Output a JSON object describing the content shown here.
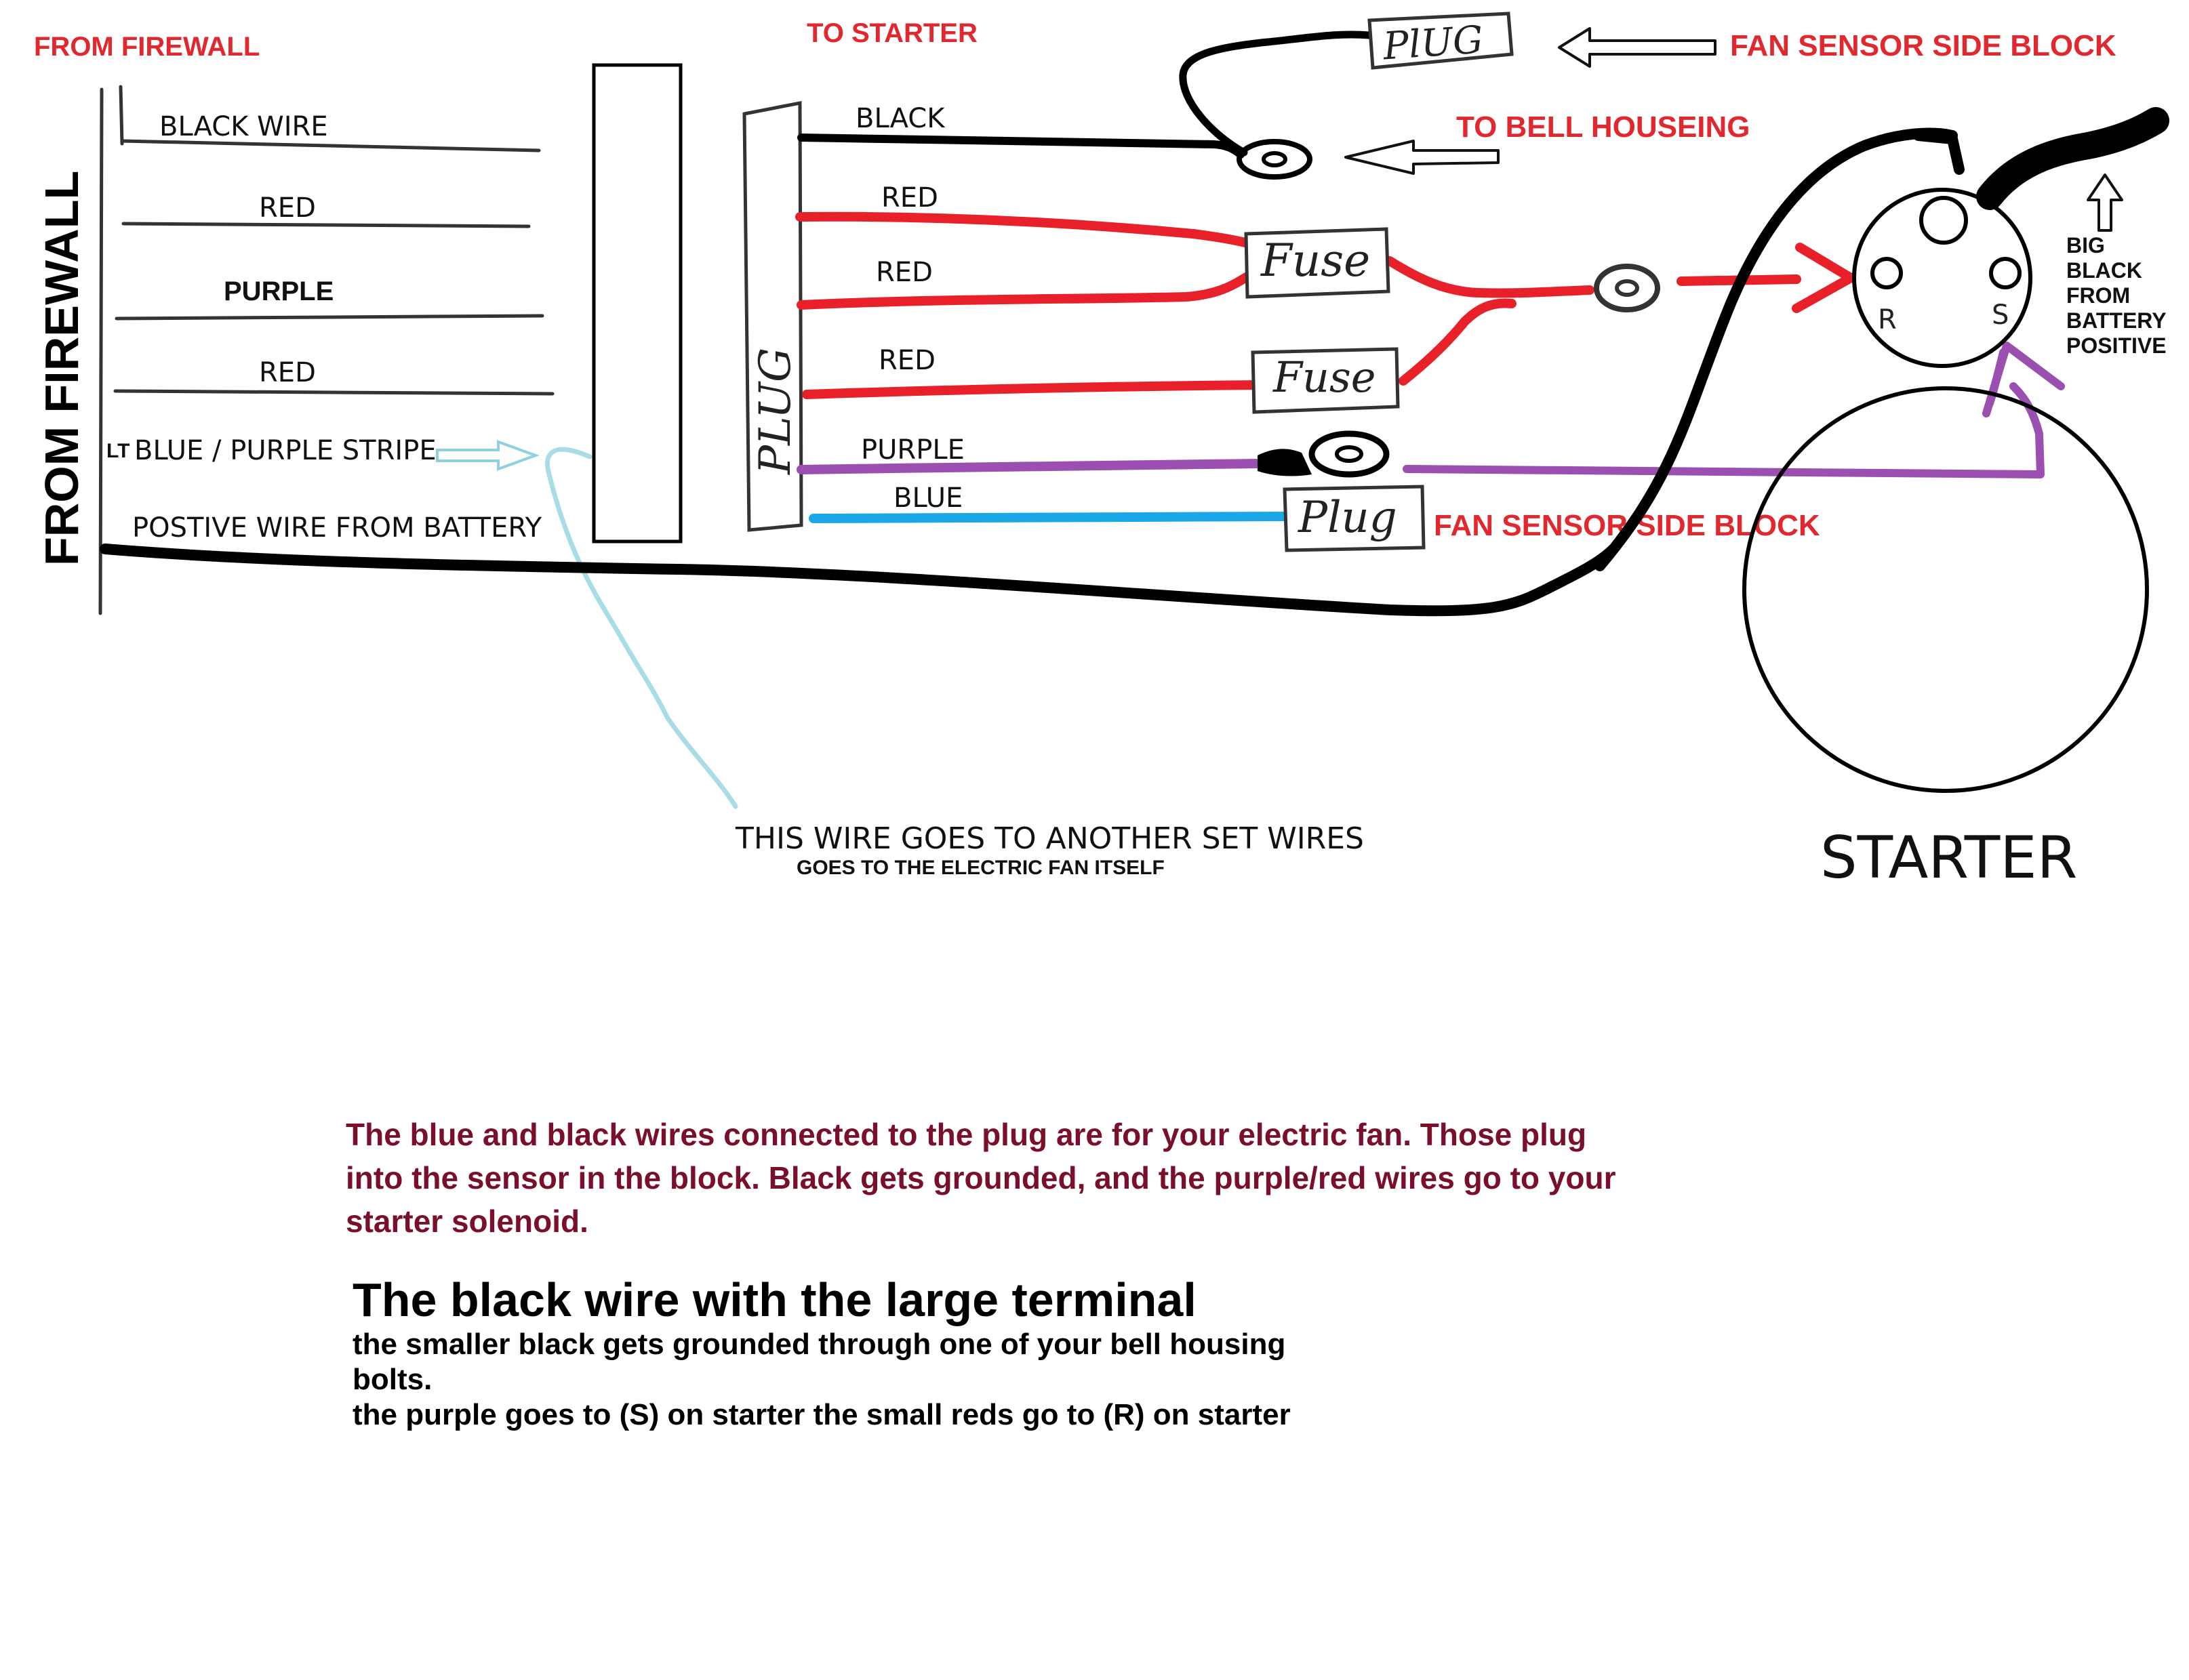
{
  "colors": {
    "label_red": "#e0282e",
    "wire_black": "#000000",
    "wire_red": "#e8202a",
    "wire_purple": "#9b4fb0",
    "wire_blue": "#1aa7e8",
    "wire_lt_blue": "#a8dde6",
    "note_maroon": "#7a0f2b"
  },
  "left_block": {
    "heading": "FROM FIREWALL",
    "vertical_label": "FROM FIREWALL",
    "wires": {
      "black": "BLACK WIRE",
      "red_1": "RED",
      "purple": "PURPLE",
      "red_2": "RED",
      "lt_prefix": "LT",
      "lt_blue": "BLUE / PURPLE STRIPE",
      "positive": "POSTIVE WIRE FROM BATTERY"
    }
  },
  "right_block": {
    "heading": "TO STARTER",
    "plug_label": "PLUG",
    "wires": {
      "black": "BLACK",
      "red_1": "RED",
      "red_2": "RED",
      "red_3": "RED",
      "purple": "PURPLE",
      "blue": "BLUE"
    }
  },
  "components": {
    "fuse_1": "Fuse",
    "fuse_2": "Fuse",
    "plug_top": "PlUG",
    "plug_bottom": "Plug"
  },
  "callouts": {
    "fan_sensor_top": "FAN SENSOR SIDE BLOCK",
    "bell_housing": "TO BELL HOUSEING",
    "fan_sensor_bottom": "FAN SENSOR SIDE BLOCK",
    "big_black": [
      "BIG",
      "BLACK",
      "FROM",
      "BATTERY",
      "POSITIVE"
    ],
    "another_set": "THIS WIRE GOES TO ANOTHER SET WIRES",
    "electric_fan": "GOES TO THE ELECTRIC FAN ITSELF"
  },
  "starter": {
    "label": "STARTER",
    "terminal_r": "R",
    "terminal_s": "S"
  },
  "notes": {
    "red_note": "The blue and black wires connected to the plug are for your electric fan. Those plug into the sensor in the block. Black gets grounded, and the purple/red wires go to your starter solenoid.",
    "heading": "The black wire with the large terminal",
    "line_1": "the smaller black  gets grounded through one of your bell housing bolts.",
    "line_2": "the purple goes to (S) on starter the small reds go to (R) on starter"
  }
}
